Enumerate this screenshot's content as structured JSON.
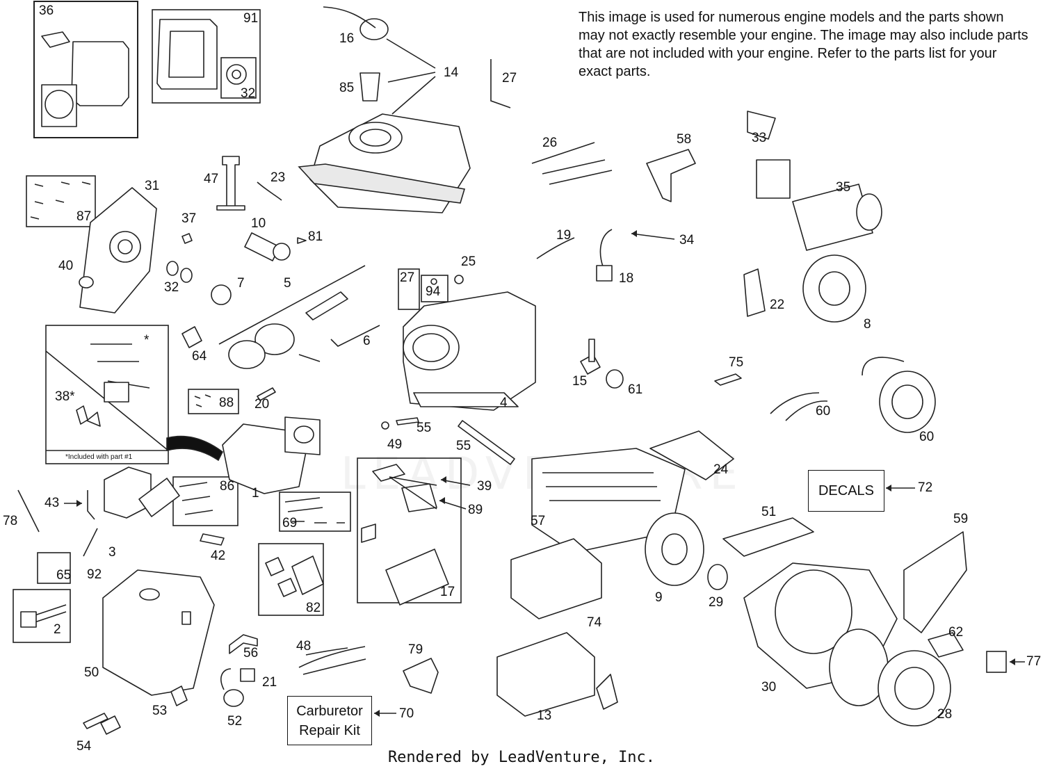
{
  "note": "This image is used for numerous engine models and the parts shown may not exactly resemble your engine. The image may also include parts that are not included with your engine. Refer to the parts list for your exact parts.",
  "footer": "Rendered by LeadVenture, Inc.",
  "watermark": "LEADVENTURE",
  "included_note": "*Included with part #1",
  "decals_label": "DECALS",
  "carb_kit_label": "Carburetor Repair Kit",
  "callouts": {
    "c36": "36",
    "c91": "91",
    "c32a": "32",
    "c16": "16",
    "c14": "14",
    "c85": "85",
    "c27a": "27",
    "c26": "26",
    "c58": "58",
    "c33": "33",
    "c35": "35",
    "c31": "31",
    "c47": "47",
    "c23": "23",
    "c87": "87",
    "c37": "37",
    "c10": "10",
    "c81": "81",
    "c40": "40",
    "c32b": "32",
    "c7": "7",
    "c5": "5",
    "c27b": "27",
    "c94": "94",
    "c25": "25",
    "c19": "19",
    "c34": "34",
    "c18": "18",
    "c22": "22",
    "c8": "8",
    "c6": "6",
    "c64": "64",
    "c38": "38*",
    "cstar": "*",
    "c88": "88",
    "c20": "20",
    "c4": "4",
    "c15": "15",
    "c61": "61",
    "c75": "75",
    "c60a": "60",
    "c60b": "60",
    "c55a": "55",
    "c49": "49",
    "c55b": "55",
    "c39": "39",
    "c89": "89",
    "c24": "24",
    "c72": "72",
    "c86": "86",
    "c1": "1",
    "c43": "43",
    "c78": "78",
    "c3": "3",
    "c42": "42",
    "c69": "69",
    "c57": "57",
    "c51": "51",
    "c59": "59",
    "c65": "65",
    "c92": "92",
    "c17": "17",
    "c82": "82",
    "c9": "9",
    "c29": "29",
    "c74": "74",
    "c2": "2",
    "c50": "50",
    "c56": "56",
    "c48": "48",
    "c79": "79",
    "c21": "21",
    "c62": "62",
    "c77": "77",
    "c30": "30",
    "c53": "53",
    "c52": "52",
    "c70": "70",
    "c13": "13",
    "c28": "28",
    "c54": "54"
  }
}
